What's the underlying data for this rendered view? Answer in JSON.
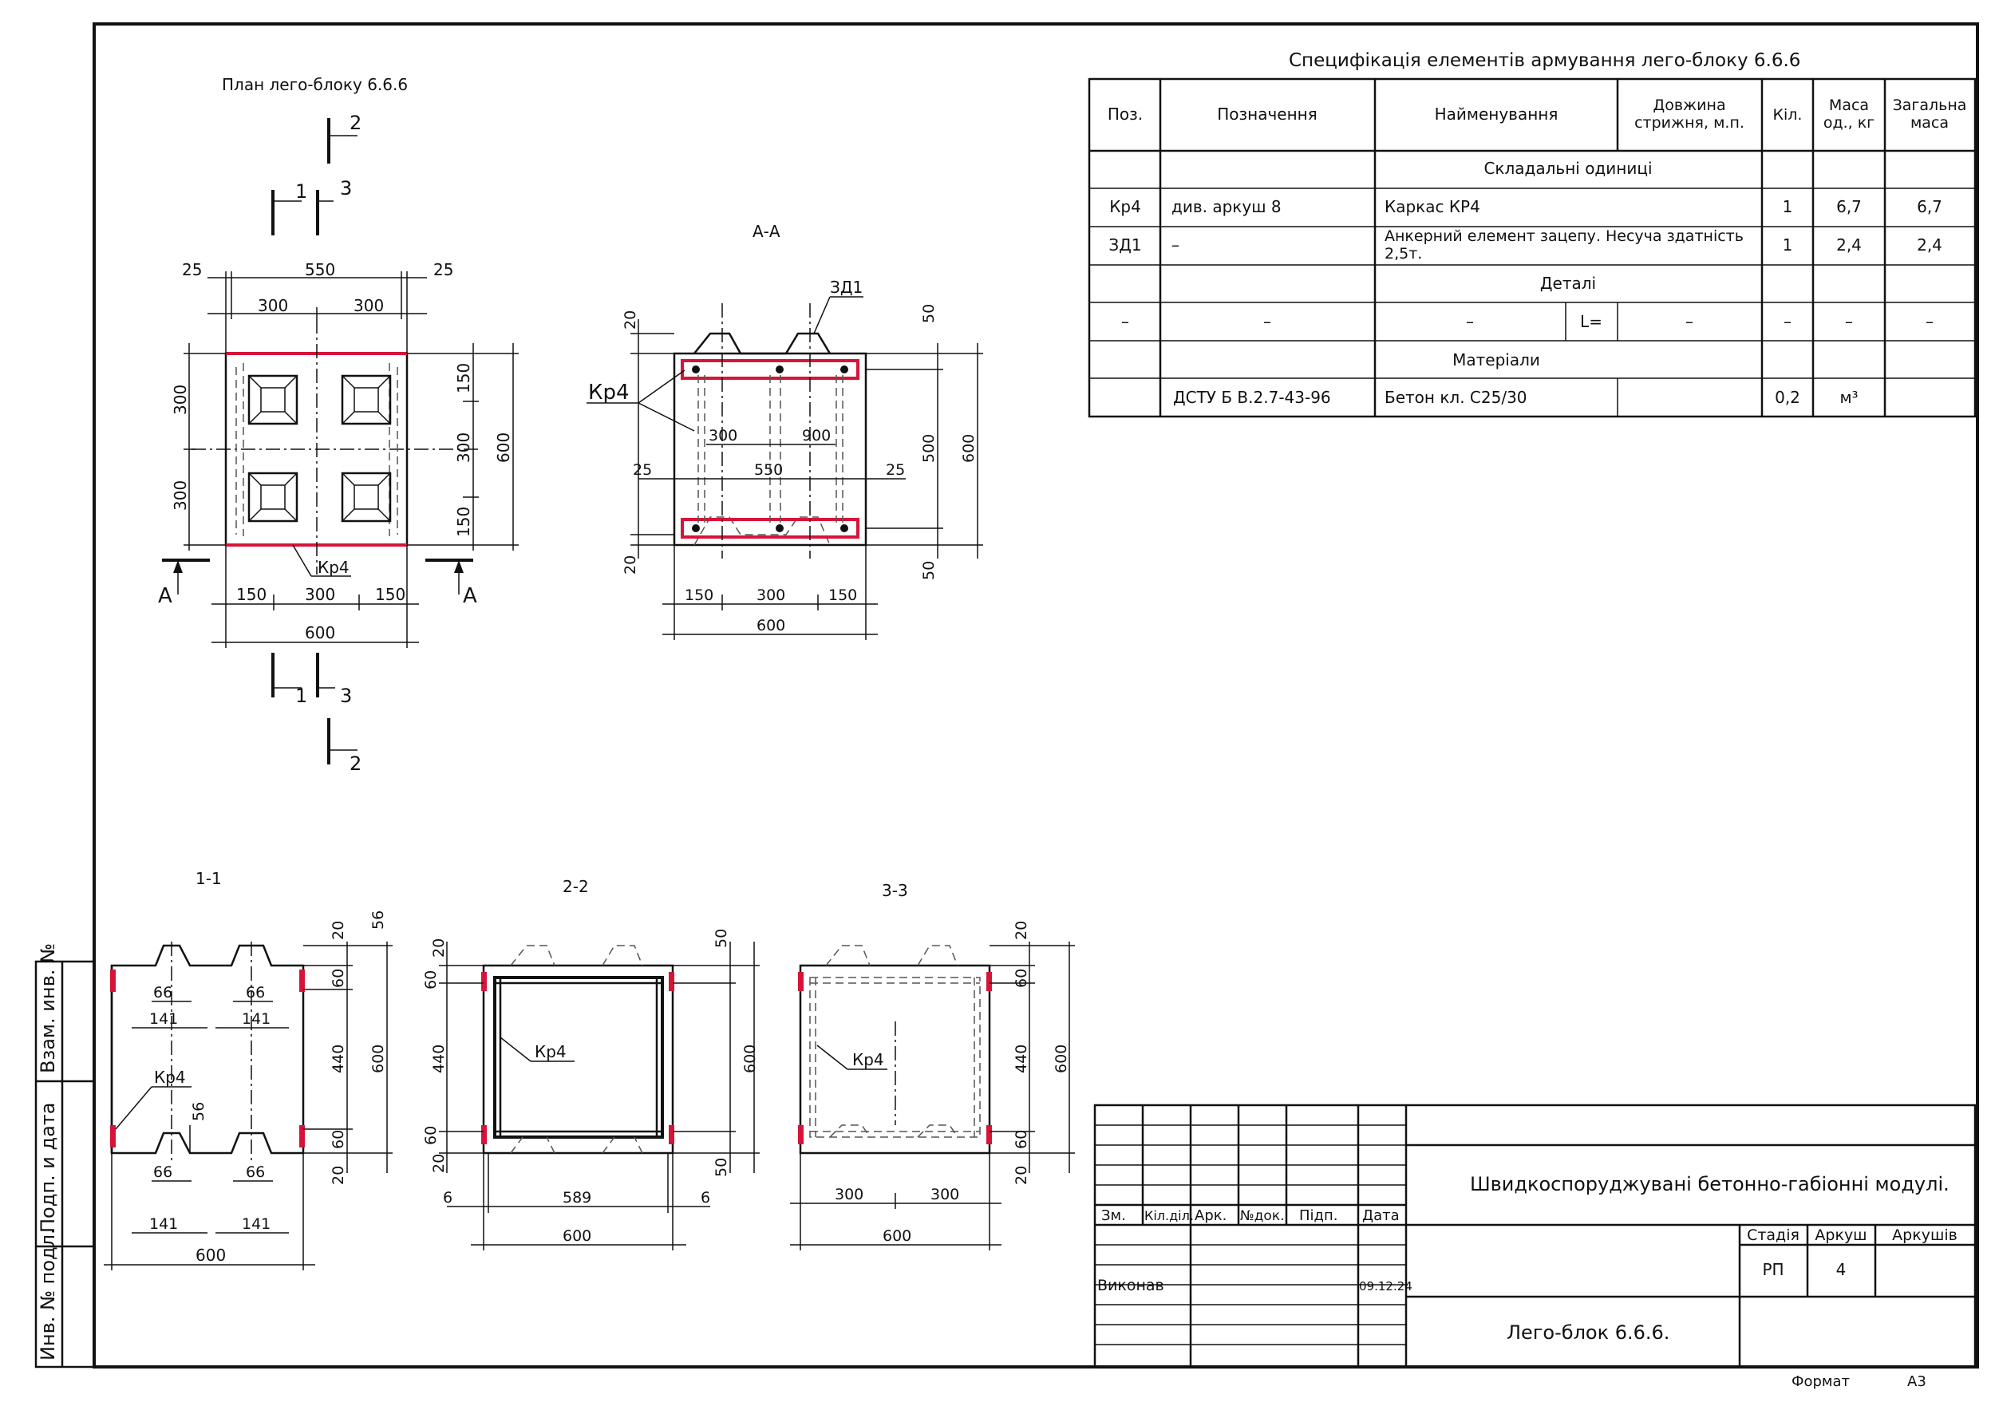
{
  "plan": {
    "title": "План лего-блоку 6.6.6",
    "dims": {
      "d25": "25",
      "d550": "550",
      "d300": "300",
      "d150": "150",
      "d600": "600"
    },
    "section_labels": {
      "s1": "1",
      "s2": "2",
      "s3": "3",
      "sA": "A"
    },
    "kp4": "Кр4"
  },
  "section_aa": {
    "title": "А-А",
    "zd1": "ЗД1",
    "kp4": "Кр4",
    "dims": {
      "d20": "20",
      "d50": "50",
      "d500": "500",
      "d600": "600",
      "d300": "300",
      "d900": "900",
      "d25": "25",
      "d550": "550",
      "d150": "150"
    }
  },
  "section_11": {
    "title": "1-1",
    "kp4": "Кр4",
    "dims": {
      "d66": "66",
      "d141": "141",
      "d56": "56",
      "d20": "20",
      "d60": "60",
      "d440": "440",
      "d600": "600"
    }
  },
  "section_22": {
    "title": "2-2",
    "kp4": "Кр4",
    "dims": {
      "d20": "20",
      "d60": "60",
      "d440": "440",
      "d50": "50",
      "d600": "600",
      "d6": "6",
      "d589": "589"
    }
  },
  "section_33": {
    "title": "3-3",
    "kp4": "Кр4",
    "dims": {
      "d20": "20",
      "d60": "60",
      "d440": "440",
      "d600": "600",
      "d300": "300"
    }
  },
  "spec": {
    "title": "Специфікація елементів армування лего-блоку 6.6.6",
    "headers": [
      "Поз.",
      "Позначення",
      "Найменування",
      "Довжина",
      "стрижня, м.п.",
      "Кіл.",
      "Маса",
      "од., кг",
      "Загальна",
      "маса"
    ],
    "group_assembly": "Складальні одиниці",
    "row_kp4": [
      "Кр4",
      "див. аркуш 8",
      "Каркас КР4",
      "1",
      "6,7",
      "6,7"
    ],
    "row_zd1": [
      "ЗД1",
      "–",
      "Анкерний елемент зацепу. Несуча здатність",
      "2,5т.",
      "1",
      "2,4",
      "2,4"
    ],
    "group_details": "Деталі",
    "row_detail": [
      "–",
      "–",
      "–",
      "L=",
      "–",
      "–",
      "–",
      "–"
    ],
    "group_materials": "Матеріали",
    "row_material": [
      "ДСТУ Б В.2.7-43-96",
      "Бетон кл. С25/30",
      "0,2",
      "м³"
    ]
  },
  "side_stamp": [
    "Взам. инв. №",
    "Подп. и дата",
    "Инв. № подл."
  ],
  "title_block": {
    "project": "Швидкоспоруджувані бетонно-габіонні модулі.",
    "sheet_name": "Лего-блок 6.6.6.",
    "col_heads": [
      "Зм.",
      "Кіл.діл.",
      "Арк.",
      "№док.",
      "Підп.",
      "Дата"
    ],
    "executed": "Виконав",
    "date": "09.12.24",
    "stage_head": "Стадія",
    "sheet_head": "Аркуш",
    "sheets_head": "Аркушів",
    "stage": "РП",
    "sheet": "4"
  },
  "format": {
    "label": "Формат",
    "value": "А3"
  }
}
